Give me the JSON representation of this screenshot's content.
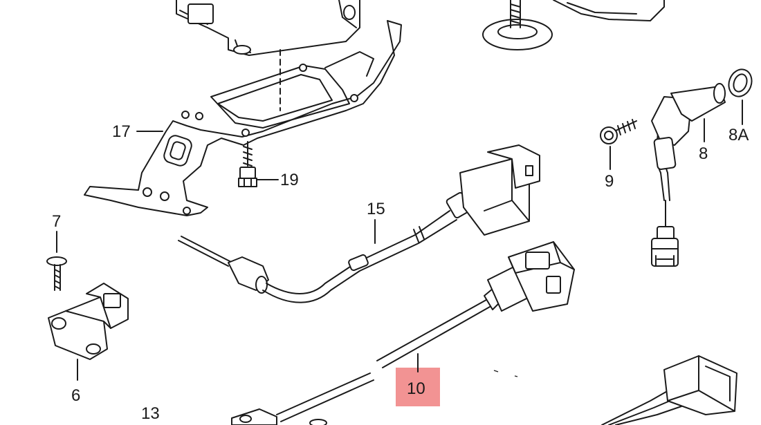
{
  "diagram": {
    "highlight_color": "#f08080",
    "line_color": "#1a1a1a",
    "labels": {
      "p6": "6",
      "p7": "7",
      "p8": "8",
      "p8a": "8A",
      "p9": "9",
      "p10": "10",
      "p13": "13",
      "p15": "15",
      "p17": "17",
      "p19": "19"
    },
    "highlighted_part": "10"
  }
}
